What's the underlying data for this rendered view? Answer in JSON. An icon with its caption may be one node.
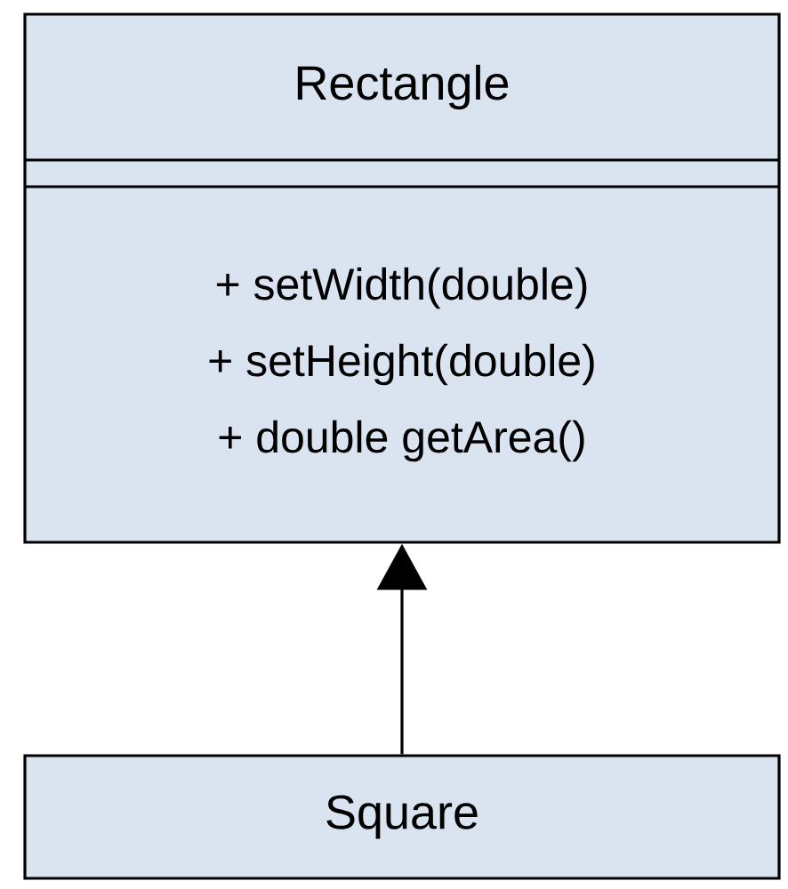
{
  "diagram": {
    "nodes": [
      {
        "text": [
          "Rectangle",
          "+ setWidth(double)",
          "+ setHeight(double)",
          "+ double getArea()"
        ]
      },
      {
        "text": [
          "Square"
        ]
      }
    ],
    "edges": [
      {
        "from": 1,
        "to": 0,
        "arrow": "to"
      }
    ]
  }
}
